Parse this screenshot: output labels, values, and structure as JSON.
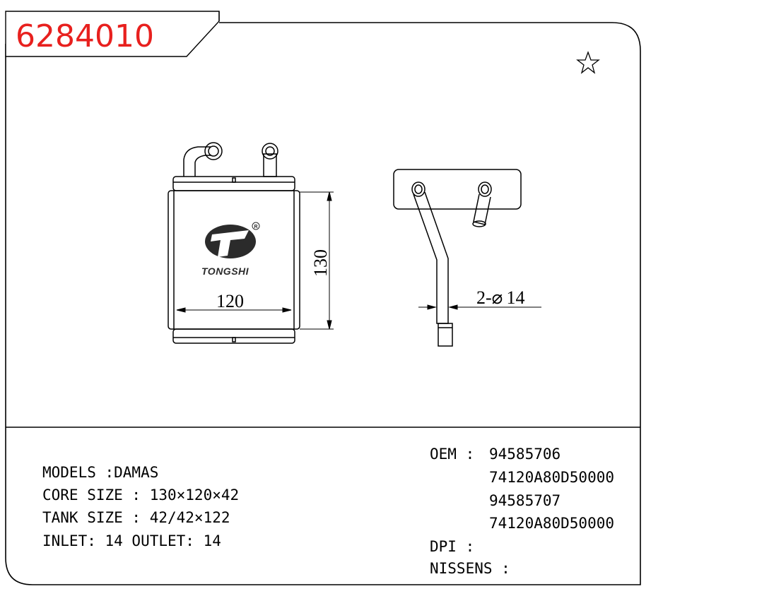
{
  "part_number": "6284010",
  "logo": {
    "brand_text": "TONGSHI",
    "registered_mark": "R"
  },
  "dimensions": {
    "width_label": "120",
    "height_label": "130",
    "pipe_label": "2-⌀ 14"
  },
  "specs": {
    "models": "MODELS :DAMAS",
    "core_size": "CORE SIZE : 130×120×42",
    "tank_size": "TANK SIZE : 42/42×122",
    "inlet_outlet": "INLET: 14  OUTLET: 14"
  },
  "oem": {
    "label": "OEM :",
    "numbers": [
      "94585706",
      "74120A80D50000",
      "94585707",
      "74120A80D50000"
    ]
  },
  "dpi": {
    "label": "DPI :"
  },
  "nissens": {
    "label": "NISSENS :"
  },
  "icons": {
    "star": "star-icon"
  },
  "colors": {
    "part_number": "#e8201e",
    "line": "#000000",
    "logo": "#2b2b2b"
  }
}
